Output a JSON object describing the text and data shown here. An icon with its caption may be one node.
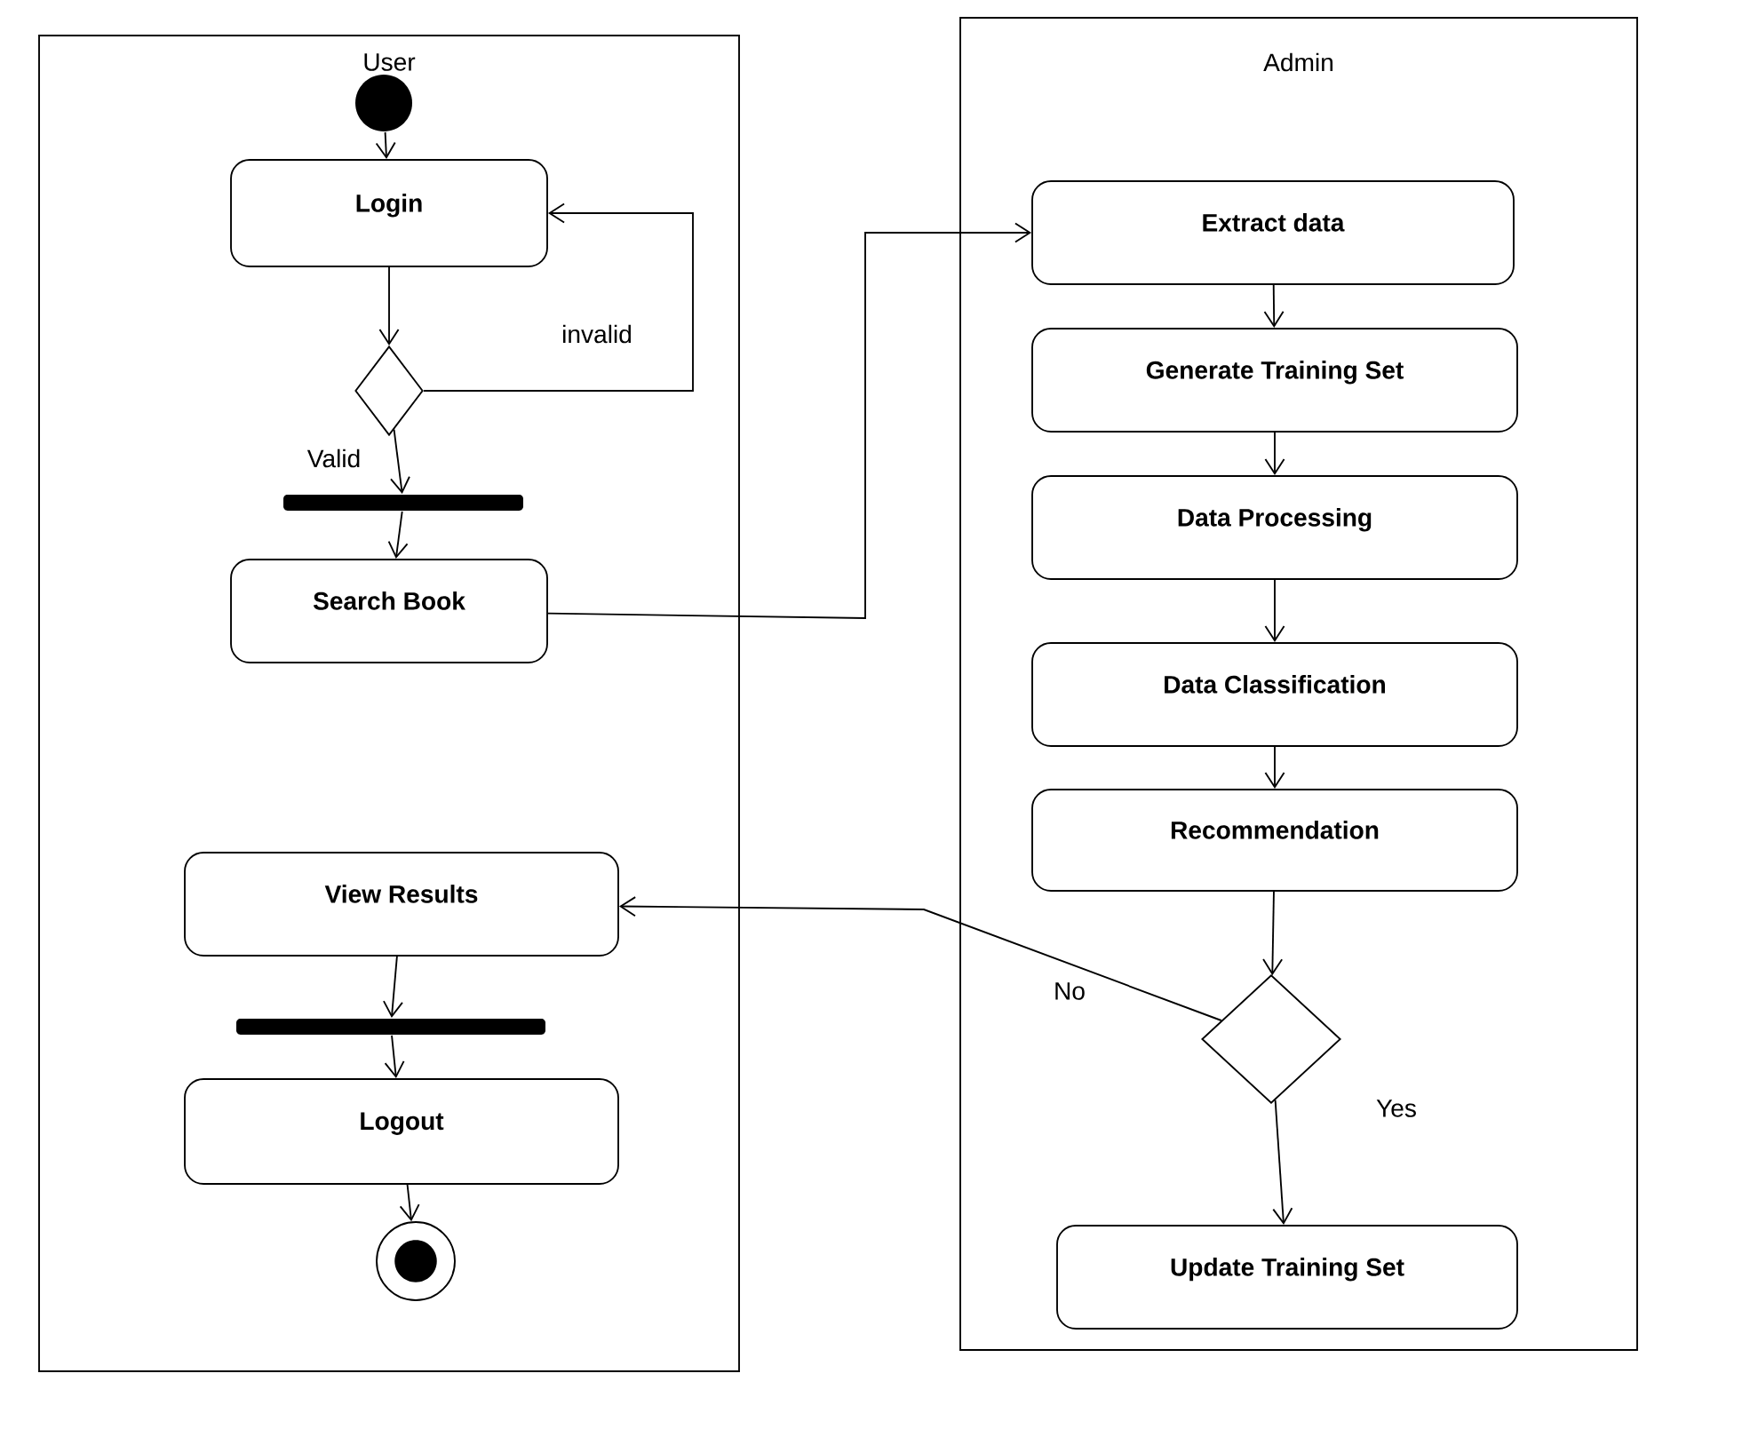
{
  "diagram": {
    "nodes": [
      {
        "text": [
          "User"
        ]
      },
      {
        "text": [
          "Admin"
        ]
      },
      {
        "text": [],
        "shape": "circle",
        "in": 0
      },
      {
        "text": [
          "Login"
        ],
        "in": 0
      },
      {
        "text": [],
        "shape": "diamond",
        "in": 0
      },
      {
        "text": [],
        "shape": "bar",
        "in": 0
      },
      {
        "text": [
          "Search Book"
        ],
        "in": 0
      },
      {
        "text": [
          "View Results"
        ],
        "in": 0
      },
      {
        "text": [],
        "shape": "bar",
        "in": 0
      },
      {
        "text": [
          "Logout"
        ],
        "in": 0
      },
      {
        "text": [],
        "shape": "circle",
        "in": 0
      },
      {
        "text": [
          "Extract data"
        ],
        "in": 1
      },
      {
        "text": [
          "Generate Training Set"
        ],
        "in": 1
      },
      {
        "text": [
          "Data Processing"
        ],
        "in": 1
      },
      {
        "text": [
          "Data Classification"
        ],
        "in": 1
      },
      {
        "text": [
          "Recommendation"
        ],
        "in": 1
      },
      {
        "text": [],
        "shape": "diamond",
        "in": 1
      },
      {
        "text": [
          "Update Training Set"
        ],
        "in": 1
      }
    ],
    "edges": [
      {
        "from": 2,
        "to": 3,
        "arrow": "to"
      },
      {
        "from": 3,
        "to": 4,
        "arrow": "to"
      },
      {
        "from": 4,
        "to": 3,
        "arrow": "to",
        "label": "invalid"
      },
      {
        "from": 4,
        "to": 5,
        "arrow": "to",
        "label": "Valid"
      },
      {
        "from": 5,
        "to": 6,
        "arrow": "to"
      },
      {
        "from": 6,
        "to": 11,
        "arrow": "to"
      },
      {
        "from": 11,
        "to": 12,
        "arrow": "to"
      },
      {
        "from": 12,
        "to": 13,
        "arrow": "to"
      },
      {
        "from": 13,
        "to": 14,
        "arrow": "to"
      },
      {
        "from": 14,
        "to": 15,
        "arrow": "to"
      },
      {
        "from": 15,
        "to": 16,
        "arrow": "to"
      },
      {
        "from": 16,
        "to": 7,
        "arrow": "to",
        "label": "No"
      },
      {
        "from": 16,
        "to": 17,
        "arrow": "to",
        "label": "Yes"
      },
      {
        "from": 7,
        "to": 8,
        "arrow": "to"
      },
      {
        "from": 8,
        "to": 9,
        "arrow": "to"
      },
      {
        "from": 9,
        "to": 10,
        "arrow": "to"
      }
    ]
  }
}
